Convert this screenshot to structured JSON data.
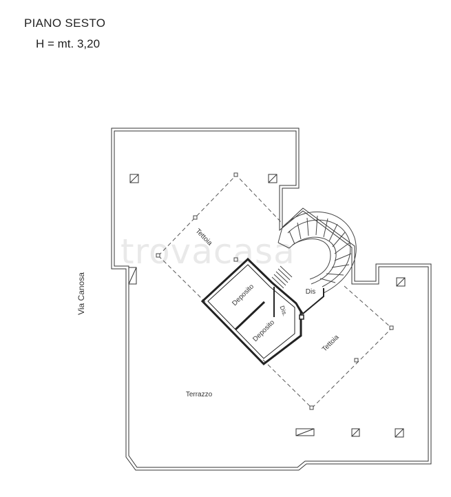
{
  "header": {
    "title": "PIANO SESTO",
    "height_label": "H = mt. 3,20"
  },
  "labels": {
    "street": "Via Canosa",
    "terrace": "Terrazzo",
    "canopy_upper": "Tettoia",
    "canopy_lower": "Tettoia",
    "storage_upper": "Deposito",
    "storage_lower": "Deposito",
    "landing_small": "Dis.",
    "landing_stair": "Dis"
  },
  "watermark": "trovacasa"
}
